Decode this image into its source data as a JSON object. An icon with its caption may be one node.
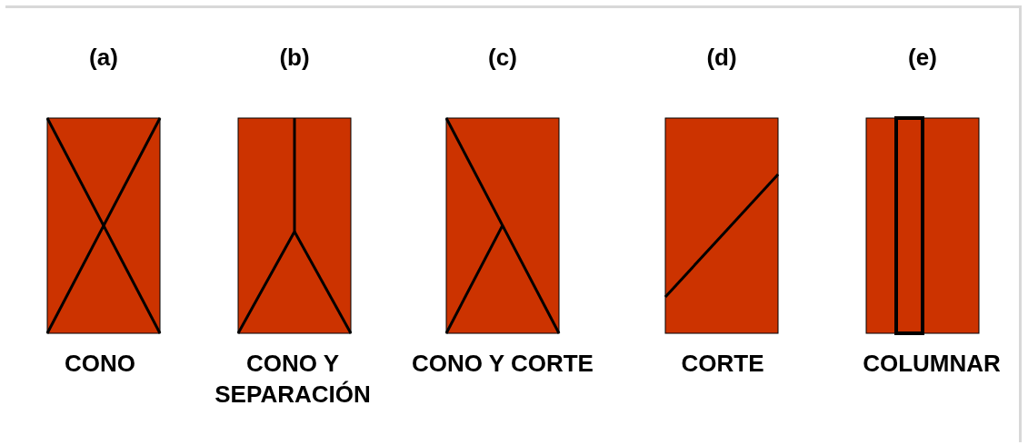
{
  "diagram": {
    "labels": [
      "(a)",
      "(b)",
      "(c)",
      "(d)",
      "(e)",
      "CONO",
      "CONO Y SEPARACIÓN",
      "CONO Y CORTE",
      "CORTE",
      "COLUMNAR"
    ]
  }
}
